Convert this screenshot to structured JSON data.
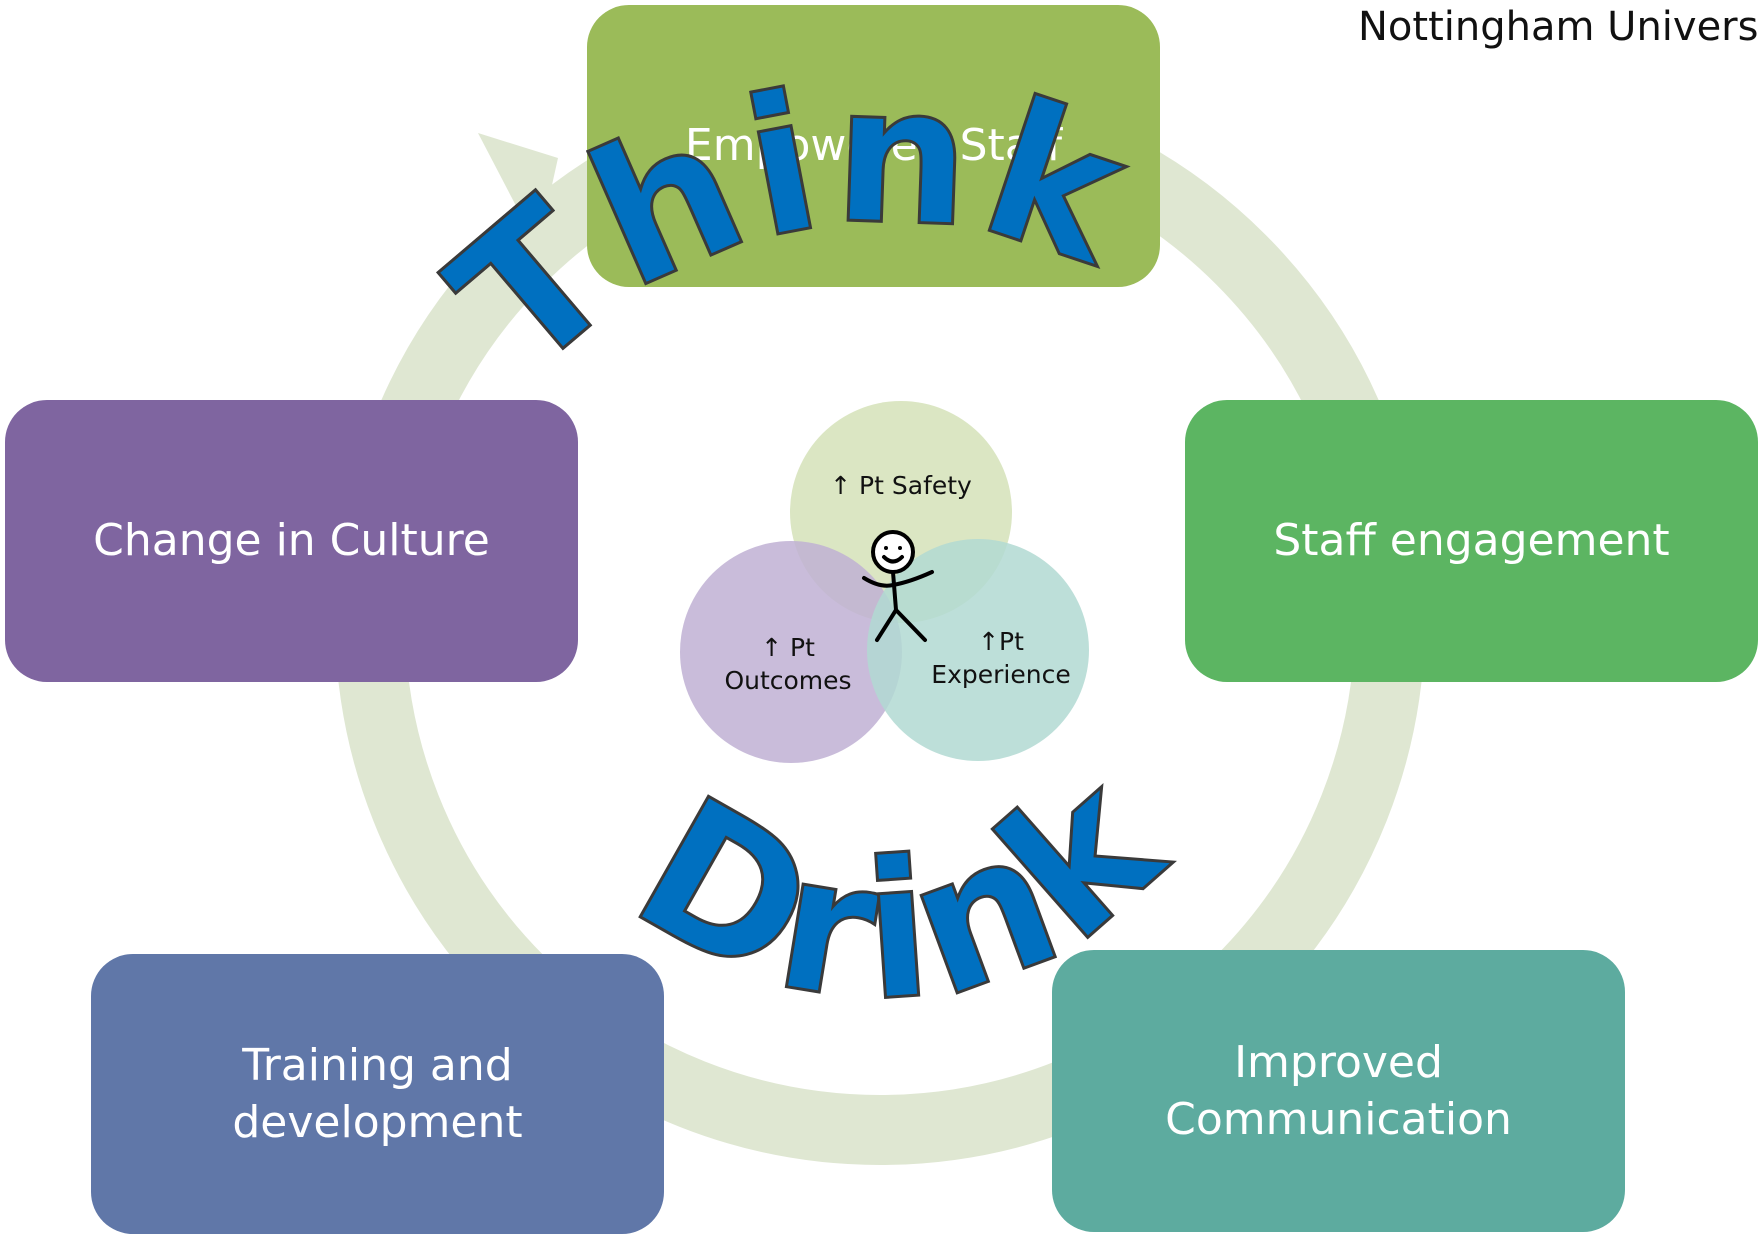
{
  "corner_text": "Nottingham Univers",
  "colors": {
    "arrow": "#dfe7d2",
    "box_top": "#9bbb59",
    "box_right": "#5cb562",
    "box_bottom_right": "#5dab9f",
    "box_bottom_left": "#6077a8",
    "box_left": "#7f65a0",
    "circle_safety": "#d7e3bc",
    "circle_outcomes": "#bfb0d4",
    "circle_experience": "#b2d9d2",
    "think_drink": "#0070c0"
  },
  "boxes": {
    "top": "Empowered Staff",
    "right": "Staff engagement",
    "bottom_right": "Improved\nCommunication",
    "bottom_left": "Training and\ndevelopment",
    "left": "Change in Culture"
  },
  "centre": {
    "safety": "↑ Pt Safety",
    "outcomes_line1": "↑ Pt",
    "outcomes_line2": "Outcomes",
    "experience_line1": "↑Pt",
    "experience_line2": "Experience"
  },
  "arc_text": {
    "top_word": "Think",
    "bottom_word": "Drink"
  }
}
